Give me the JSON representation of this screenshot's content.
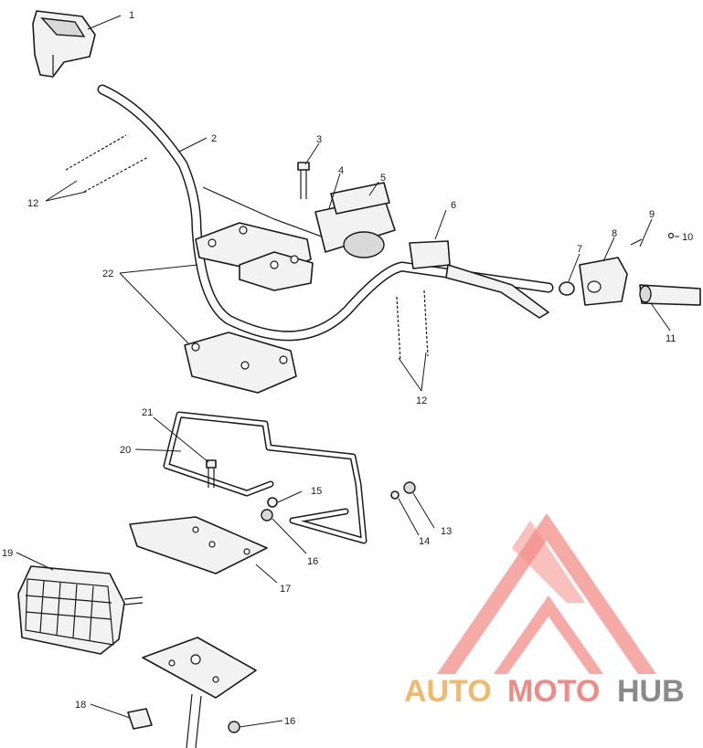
{
  "diagram": {
    "callouts": [
      {
        "id": "c1",
        "text": "1"
      },
      {
        "id": "c2",
        "text": "2"
      },
      {
        "id": "c3",
        "text": "3"
      },
      {
        "id": "c4",
        "text": "4"
      },
      {
        "id": "c5",
        "text": "5"
      },
      {
        "id": "c6",
        "text": "6"
      },
      {
        "id": "c7",
        "text": "7"
      },
      {
        "id": "c8",
        "text": "8"
      },
      {
        "id": "c9",
        "text": "9"
      },
      {
        "id": "c10",
        "text": "10"
      },
      {
        "id": "c11",
        "text": "11"
      },
      {
        "id": "c12a",
        "text": "12"
      },
      {
        "id": "c12b",
        "text": "12"
      },
      {
        "id": "c13",
        "text": "13"
      },
      {
        "id": "c14",
        "text": "14"
      },
      {
        "id": "c15",
        "text": "15"
      },
      {
        "id": "c16a",
        "text": "16"
      },
      {
        "id": "c16b",
        "text": "16"
      },
      {
        "id": "c17",
        "text": "17"
      },
      {
        "id": "c18",
        "text": "18"
      },
      {
        "id": "c19",
        "text": "19"
      },
      {
        "id": "c20",
        "text": "20"
      },
      {
        "id": "c21",
        "text": "21"
      },
      {
        "id": "c22",
        "text": "22"
      }
    ]
  },
  "watermark": {
    "word_auto": "AUTO",
    "word_moto": "MOTO",
    "word_hub": "HUB",
    "color_auto": "#f2b96a",
    "color_moto": "#f08a84",
    "color_hub": "#8a8a8a",
    "logo_color": "#f07a74"
  }
}
